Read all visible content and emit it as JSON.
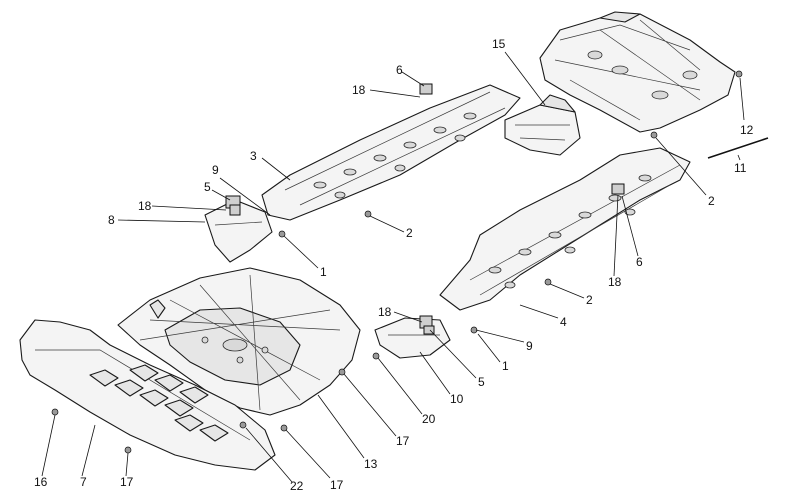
{
  "callouts": [
    {
      "id": "c15",
      "text": "15"
    },
    {
      "id": "c6a",
      "text": "6"
    },
    {
      "id": "c18a",
      "text": "18"
    },
    {
      "id": "c12",
      "text": "12"
    },
    {
      "id": "c11",
      "text": "11"
    },
    {
      "id": "c2a",
      "text": "2"
    },
    {
      "id": "c3",
      "text": "3"
    },
    {
      "id": "c9a",
      "text": "9"
    },
    {
      "id": "c5a",
      "text": "5"
    },
    {
      "id": "c18b",
      "text": "18"
    },
    {
      "id": "c8",
      "text": "8"
    },
    {
      "id": "c2b",
      "text": "2"
    },
    {
      "id": "c1a",
      "text": "1"
    },
    {
      "id": "c18c",
      "text": "18"
    },
    {
      "id": "c6b",
      "text": "6"
    },
    {
      "id": "c2c",
      "text": "2"
    },
    {
      "id": "c4",
      "text": "4"
    },
    {
      "id": "c18d",
      "text": "18"
    },
    {
      "id": "c9b",
      "text": "9"
    },
    {
      "id": "c1b",
      "text": "1"
    },
    {
      "id": "c5b",
      "text": "5"
    },
    {
      "id": "c10",
      "text": "10"
    },
    {
      "id": "c20",
      "text": "20"
    },
    {
      "id": "c17a",
      "text": "17"
    },
    {
      "id": "c13",
      "text": "13"
    },
    {
      "id": "c17b",
      "text": "17"
    },
    {
      "id": "c22",
      "text": "22"
    },
    {
      "id": "c16",
      "text": "16"
    },
    {
      "id": "c7",
      "text": "7"
    },
    {
      "id": "c17c",
      "text": "17"
    }
  ]
}
